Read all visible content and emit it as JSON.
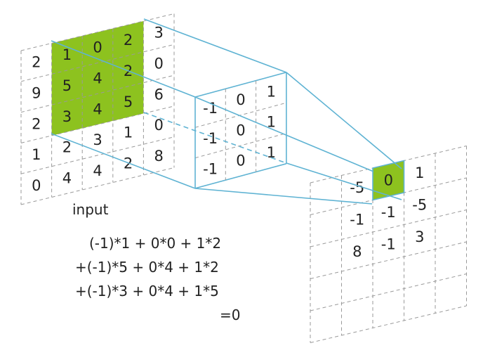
{
  "colors": {
    "highlight": "#8dc21f",
    "kernel_border": "#5fb3d3",
    "grid_line": "#9a9a9a",
    "text": "#222222"
  },
  "input": {
    "label": "input",
    "rows": [
      [
        "2",
        "1",
        "0",
        "2",
        "3"
      ],
      [
        "9",
        "5",
        "4",
        "2",
        "0"
      ],
      [
        "2",
        "3",
        "4",
        "5",
        "6"
      ],
      [
        "1",
        "2",
        "3",
        "1",
        "0"
      ],
      [
        "0",
        "4",
        "4",
        "2",
        "8"
      ]
    ]
  },
  "kernel": {
    "rows": [
      [
        "-1",
        "0",
        "1"
      ],
      [
        "-1",
        "0",
        "1"
      ],
      [
        "-1",
        "0",
        "1"
      ]
    ]
  },
  "output": {
    "rows": [
      [
        "-5",
        "0",
        "1"
      ],
      [
        "-1",
        "-1",
        "-5"
      ],
      [
        "8",
        "-1",
        "3"
      ]
    ]
  },
  "formula": {
    "line1": "(-1)*1 +  0*0 + 1*2",
    "line2": "+(-1)*5 +  0*4 + 1*2",
    "line3": "+(-1)*3 +  0*4 + 1*5",
    "result": "=0"
  }
}
